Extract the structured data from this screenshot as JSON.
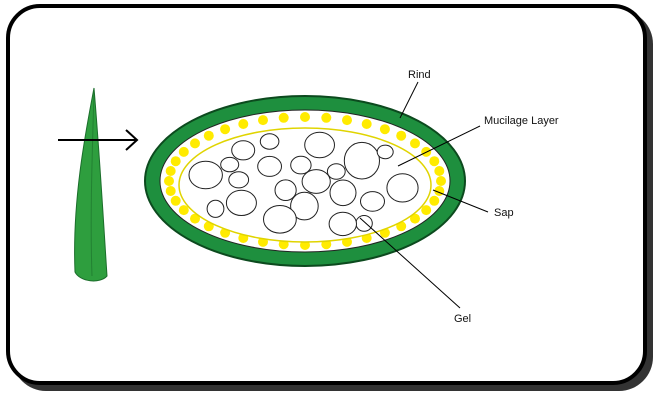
{
  "labels": {
    "rind": "Rind",
    "mucilage": "Mucilage Layer",
    "sap": "Sap",
    "gel": "Gel"
  },
  "colors": {
    "rind": "#1e8f3e",
    "sap_dots": "#ffeb00",
    "leaf": "#2e9e3e",
    "outline": "#000000"
  },
  "icons": [
    "aloe-leaf-icon",
    "arrow-right-icon"
  ]
}
